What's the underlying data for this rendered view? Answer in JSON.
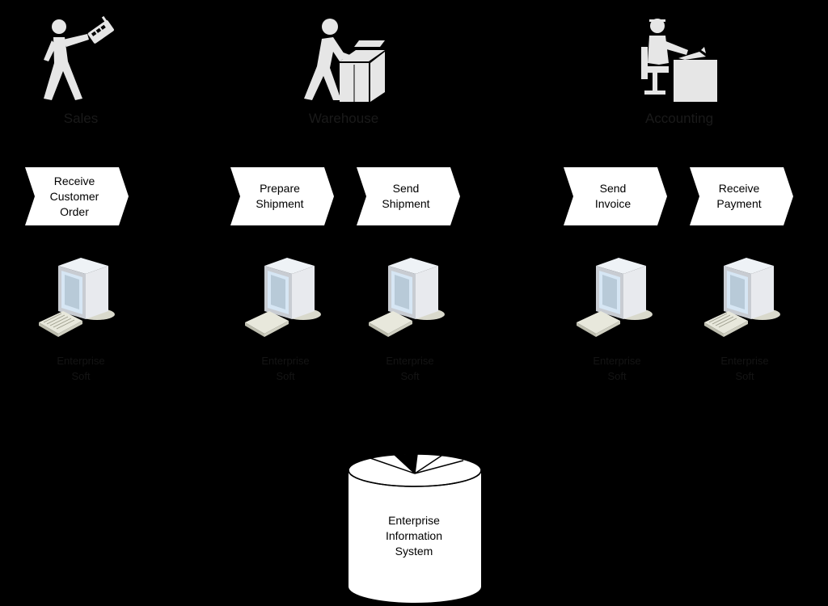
{
  "roles": [
    {
      "id": "sales",
      "label": "Sales",
      "icon": "walking-person-with-phone-icon"
    },
    {
      "id": "warehouse",
      "label": "Warehouse",
      "icon": "person-packing-box-icon"
    },
    {
      "id": "accounting",
      "label": "Accounting",
      "icon": "person-at-desk-icon"
    }
  ],
  "steps": [
    {
      "label": "Receive\nCustomer\nOrder",
      "role": "sales"
    },
    {
      "label": "Prepare\nShipment",
      "role": "warehouse"
    },
    {
      "label": "Send\nShipment",
      "role": "warehouse"
    },
    {
      "label": "Send\nInvoice",
      "role": "accounting"
    },
    {
      "label": "Receive\nPayment",
      "role": "accounting"
    }
  ],
  "computers": [
    {
      "label": "Enterprise\nSoft",
      "icon": "desktop-computer-icon"
    },
    {
      "label": "Enterprise\nSoft",
      "icon": "desktop-computer-icon"
    },
    {
      "label": "Enterprise\nSoft",
      "icon": "desktop-computer-icon"
    },
    {
      "label": "Enterprise\nSoft",
      "icon": "desktop-computer-icon"
    },
    {
      "label": "Enterprise\nSoft",
      "icon": "desktop-computer-icon"
    }
  ],
  "database": {
    "label": "Enterprise\nInformation\nSystem",
    "icon": "database-cylinder-icon"
  },
  "colors": {
    "background": "#000000",
    "shape_fill": "#ffffff",
    "icon_fill": "#e6e6e6",
    "hidden_text": "#1a1a1a"
  }
}
